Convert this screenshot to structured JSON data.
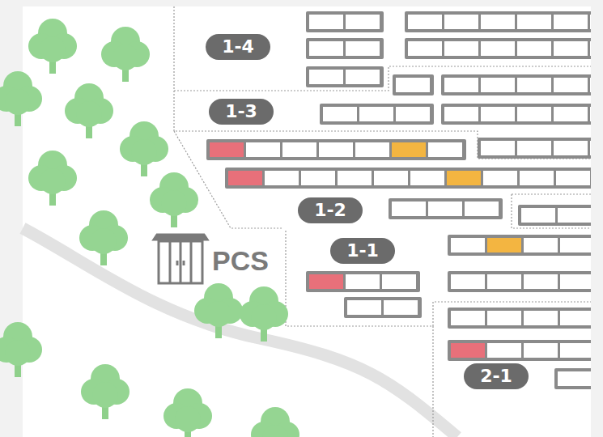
{
  "diagram": {
    "nodes": [
      {
        "text": [
          "1-4"
        ]
      },
      {
        "text": [
          "1-3"
        ]
      },
      {
        "text": [
          "1-2"
        ]
      },
      {
        "text": [
          "1-1"
        ]
      },
      {
        "text": [
          "2-1"
        ]
      }
    ],
    "labels": [
      "PCS"
    ]
  }
}
